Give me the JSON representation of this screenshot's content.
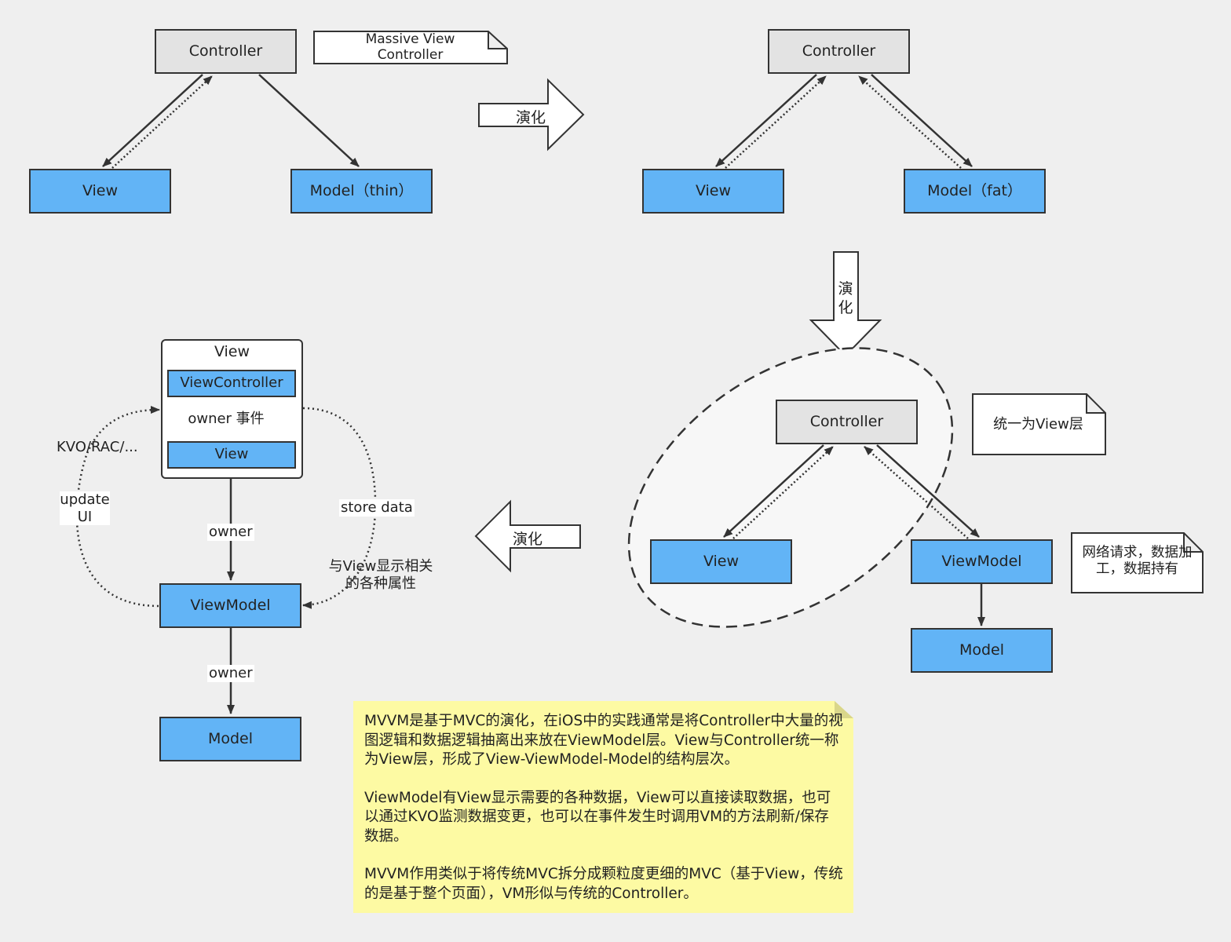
{
  "panel1": {
    "controller": "Controller",
    "view": "View",
    "model": "Model（thin）",
    "note": "Massive View Controller"
  },
  "panel2": {
    "controller": "Controller",
    "view": "View",
    "model": "Model（fat）"
  },
  "panel3": {
    "controller": "Controller",
    "view": "View",
    "viewmodel": "ViewModel",
    "model": "Model",
    "note_unified": "统一为View层",
    "note_vm": "网络请求，数据加工，数据持有"
  },
  "panel4": {
    "container_title": "View",
    "viewcontroller": "ViewController",
    "inner_view": "View",
    "owner_event": "owner 事件",
    "viewmodel": "ViewModel",
    "model": "Model",
    "owner_1": "owner",
    "owner_2": "owner",
    "kvo": "KVO/RAC/...",
    "update_ui": "update UI",
    "store_data": "store data",
    "view_props": "与View显示相关的各种属性"
  },
  "evolve": {
    "label_1": "演化",
    "label_2_top": "演",
    "label_2_bottom": "化",
    "label_3": "演化"
  },
  "summary": {
    "p1": "MVVM是基于MVC的演化，在iOS中的实践通常是将Controller中大量的视图逻辑和数据逻辑抽离出来放在ViewModel层。View与Controller统一称为View层，形成了View-ViewModel-Model的结构层次。",
    "p2": "ViewModel有View显示需要的各种数据，View可以直接读取数据，也可以通过KVO监测数据变更，也可以在事件发生时调用VM的方法刷新/保存数据。",
    "p3": "MVVM作用类似于将传统MVC拆分成颗粒度更细的MVC（基于View，传统的是基于整个页面），VM形似与传统的Controller。"
  },
  "colors": {
    "blue_box": "#62b4f6",
    "gray_box": "#e3e3e3",
    "note_yellow": "#fdfaa3",
    "background": "#efefef"
  }
}
